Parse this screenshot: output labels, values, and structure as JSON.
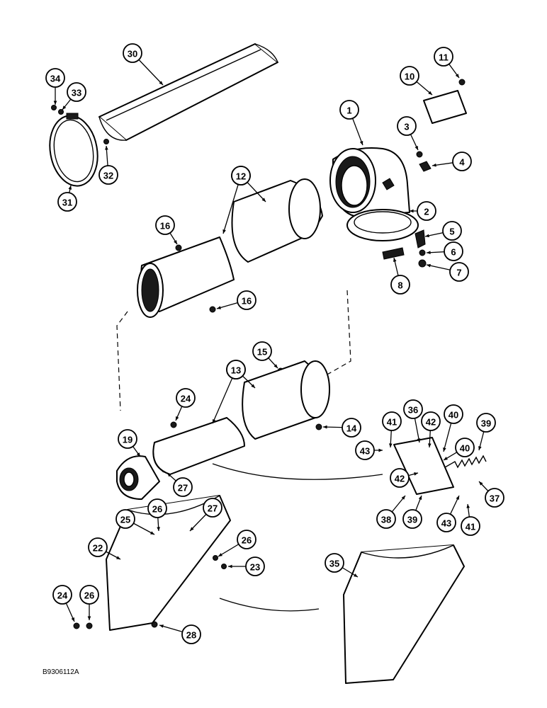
{
  "diagram": {
    "reference_code": "B9306112A",
    "callouts": [
      "1",
      "2",
      "3",
      "4",
      "5",
      "6",
      "7",
      "8",
      "10",
      "11",
      "12",
      "12b",
      "13",
      "13b",
      "14",
      "15",
      "16",
      "16b",
      "19",
      "22",
      "23",
      "24",
      "24b",
      "25",
      "26",
      "26b",
      "26c",
      "27",
      "27b",
      "28",
      "30",
      "31",
      "32",
      "33",
      "34",
      "35",
      "36",
      "37",
      "38",
      "39",
      "39b",
      "40",
      "40b",
      "41",
      "41b",
      "42",
      "42b",
      "43",
      "43b"
    ],
    "labels": {
      "1": "1",
      "2": "2",
      "3": "3",
      "4": "4",
      "5": "5",
      "6": "6",
      "7": "7",
      "8": "8",
      "10": "10",
      "11": "11",
      "12": "12",
      "12b": "12",
      "13": "13",
      "13b": "13",
      "14": "14",
      "15": "15",
      "16": "16",
      "16b": "16",
      "19": "19",
      "22": "22",
      "23": "23",
      "24": "24",
      "24b": "24",
      "25": "25",
      "26": "26",
      "26b": "26",
      "26c": "26",
      "27": "27",
      "27b": "27",
      "28": "28",
      "30": "30",
      "31": "31",
      "32": "32",
      "33": "33",
      "34": "34",
      "35": "35",
      "36": "36",
      "37": "37",
      "38": "38",
      "39": "39",
      "39b": "39",
      "40": "40",
      "40b": "40",
      "41": "41",
      "41b": "41",
      "42": "42",
      "42b": "42",
      "43": "43",
      "43b": "43"
    }
  }
}
